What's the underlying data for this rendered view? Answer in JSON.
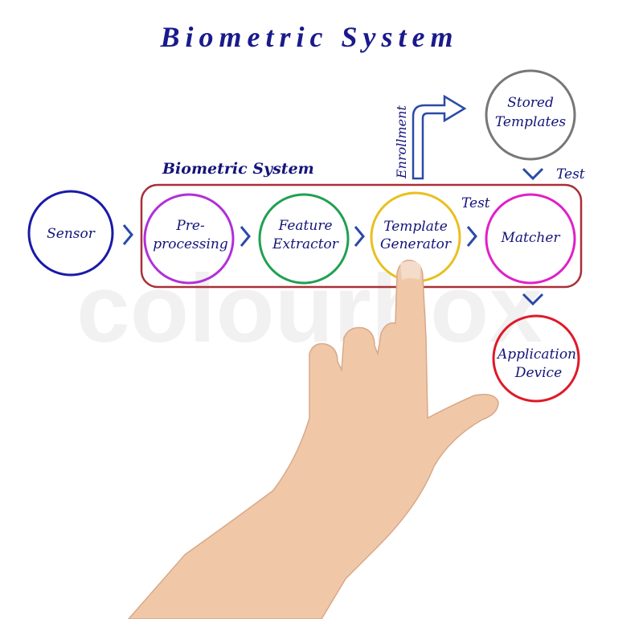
{
  "title": "Biometric System",
  "group_label": "Biometric System",
  "watermark": "colourbox",
  "nodes": {
    "sensor": {
      "line1": "Sensor",
      "color": "#1a1aa8"
    },
    "preprocessing": {
      "line1": "Pre-",
      "line2": "processing",
      "color": "#b030d8"
    },
    "feature_extractor": {
      "line1": "Feature",
      "line2": "Extractor",
      "color": "#20a050"
    },
    "template_generator": {
      "line1": "Template",
      "line2": "Generator",
      "color": "#e8c020"
    },
    "matcher": {
      "line1": "Matcher",
      "color": "#e020c8"
    },
    "stored_templates": {
      "line1": "Stored",
      "line2": "Templates",
      "color": "#777777"
    },
    "application_device": {
      "line1": "Application",
      "line2": "Device",
      "color": "#e01828"
    }
  },
  "labels": {
    "enrollment": "Enrollment",
    "test_top": "Test",
    "test_mid": "Test"
  },
  "colors": {
    "box": "#a83038",
    "arrow": "#2a4aa8",
    "text": "#14147a",
    "skin": "#f0c8a8"
  }
}
